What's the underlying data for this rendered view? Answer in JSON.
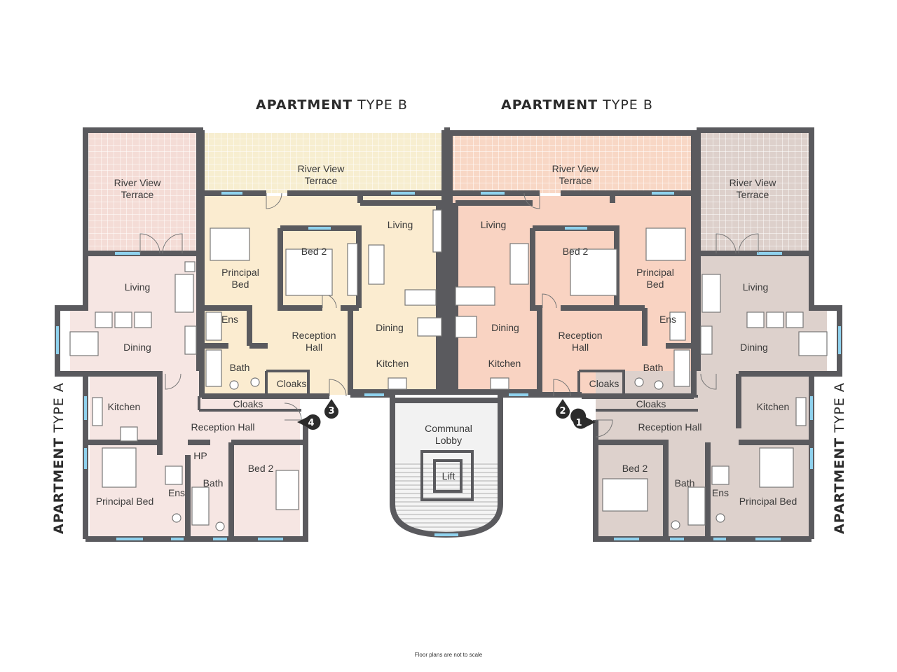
{
  "titles": {
    "top_left": {
      "bold": "APARTMENT",
      "light": " TYPE B"
    },
    "top_right": {
      "bold": "APARTMENT",
      "light": " TYPE B"
    },
    "side_left": {
      "bold": "APARTMENT",
      "light": " TYPE A"
    },
    "side_right": {
      "bold": "APARTMENT",
      "light": " TYPE A"
    }
  },
  "colors": {
    "type_a_left": "#f6e6e3",
    "type_b_left": "#fbecd0",
    "type_b_right": "#f9d3c2",
    "type_a_right": "#ddd1cc",
    "terrace_a_left": "#f4dcd6",
    "terrace_b_left": "#f7eed0",
    "terrace_b_right": "#f8d7c5",
    "terrace_a_right": "#ddd0cb",
    "lobby": "#f2f2f2",
    "wall": "#5a5a5e",
    "window": "#8fd2ee"
  },
  "rooms": {
    "a_left": {
      "terrace": [
        "River View",
        "Terrace"
      ],
      "living": "Living",
      "dining": "Dining",
      "kitchen": "Kitchen",
      "cloaks": "Cloaks",
      "reception": "Reception Hall",
      "hp": "HP",
      "bath": "Bath",
      "bed2": "Bed 2",
      "principal": "Principal Bed",
      "ens": "Ens"
    },
    "b_left": {
      "terrace": [
        "River View",
        "Terrace"
      ],
      "principal": [
        "Principal",
        "Bed"
      ],
      "bed2": "Bed 2",
      "living": "Living",
      "ens": "Ens",
      "reception": [
        "Reception",
        "Hall"
      ],
      "dining": "Dining",
      "bath": "Bath",
      "cloaks": "Cloaks",
      "kitchen": "Kitchen"
    },
    "b_right": {
      "terrace": [
        "River View",
        "Terrace"
      ],
      "living": "Living",
      "bed2": "Bed 2",
      "principal": [
        "Principal",
        "Bed"
      ],
      "dining": "Dining",
      "reception": [
        "Reception",
        "Hall"
      ],
      "ens": "Ens",
      "kitchen": "Kitchen",
      "cloaks": "Cloaks",
      "bath": "Bath"
    },
    "a_right": {
      "terrace": [
        "River View",
        "Terrace"
      ],
      "living": "Living",
      "dining": "Dining",
      "kitchen": "Kitchen",
      "cloaks": "Cloaks",
      "reception": "Reception Hall",
      "bed2": "Bed 2",
      "bath": "Bath",
      "ens": "Ens",
      "principal": "Principal Bed"
    },
    "core": {
      "lobby": [
        "Communal",
        "Lobby"
      ],
      "lift": "Lift"
    }
  },
  "markers": [
    "1",
    "2",
    "3",
    "4"
  ],
  "footnote": "Floor plans are not to scale"
}
